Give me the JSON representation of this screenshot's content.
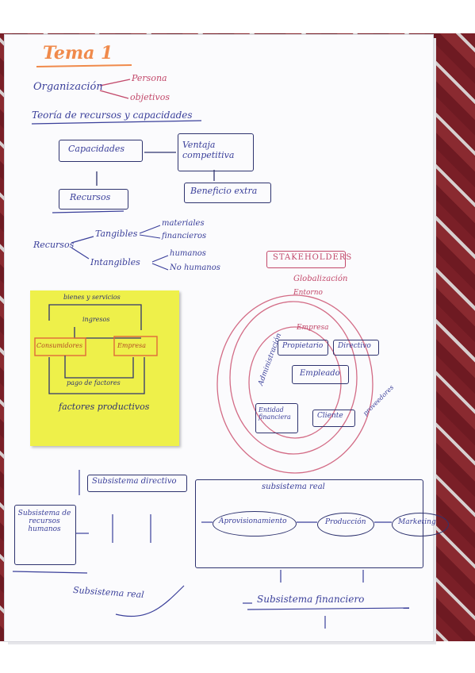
{
  "title": "Tema 1",
  "organizacion": {
    "root": "Organización",
    "items": [
      "Persona",
      "objetivos"
    ]
  },
  "teoria": "Teoría de recursos y capacidades",
  "flow": {
    "capacidades": "Capacidades",
    "ventaja": "Ventaja competitiva",
    "recursos": "Recursos",
    "beneficio": "Beneficio extra"
  },
  "recursos_tree": {
    "root": "Recursos",
    "tangibles": "Tangibles",
    "tangibles_items": [
      "materiales",
      "financieros"
    ],
    "intangibles": "Intangibles",
    "intangibles_items": [
      "humanos",
      "No humanos"
    ]
  },
  "sticky": {
    "bienes": "bienes y servicios",
    "ingresos": "ingresos",
    "consumidores": "Consumidores",
    "empresa": "Empresa",
    "pago": "pago de factores",
    "factores": "factores productivos"
  },
  "stakeholders": {
    "title": "STAKEHOLDERS",
    "globalizacion": "Globalización",
    "entorno": "Entorno",
    "empresa": "Empresa",
    "administracion": "Administración",
    "propietario": "Propietario",
    "directivo": "Directivo",
    "empleado": "Empleado",
    "entidad": "Entidad financiera",
    "cliente": "Cliente",
    "proveedores": "proveedores"
  },
  "subsistemas": {
    "directivo": "Subsistema directivo",
    "recursos_humanos": "Subsistema de recursos humanos",
    "real_title": "subsistema real",
    "aprovisionamiento": "Aprovisionamiento",
    "produccion": "Producción",
    "marketing": "Marketing",
    "real_note": "Subsistema real",
    "financiero": "Subsistema financiero"
  }
}
